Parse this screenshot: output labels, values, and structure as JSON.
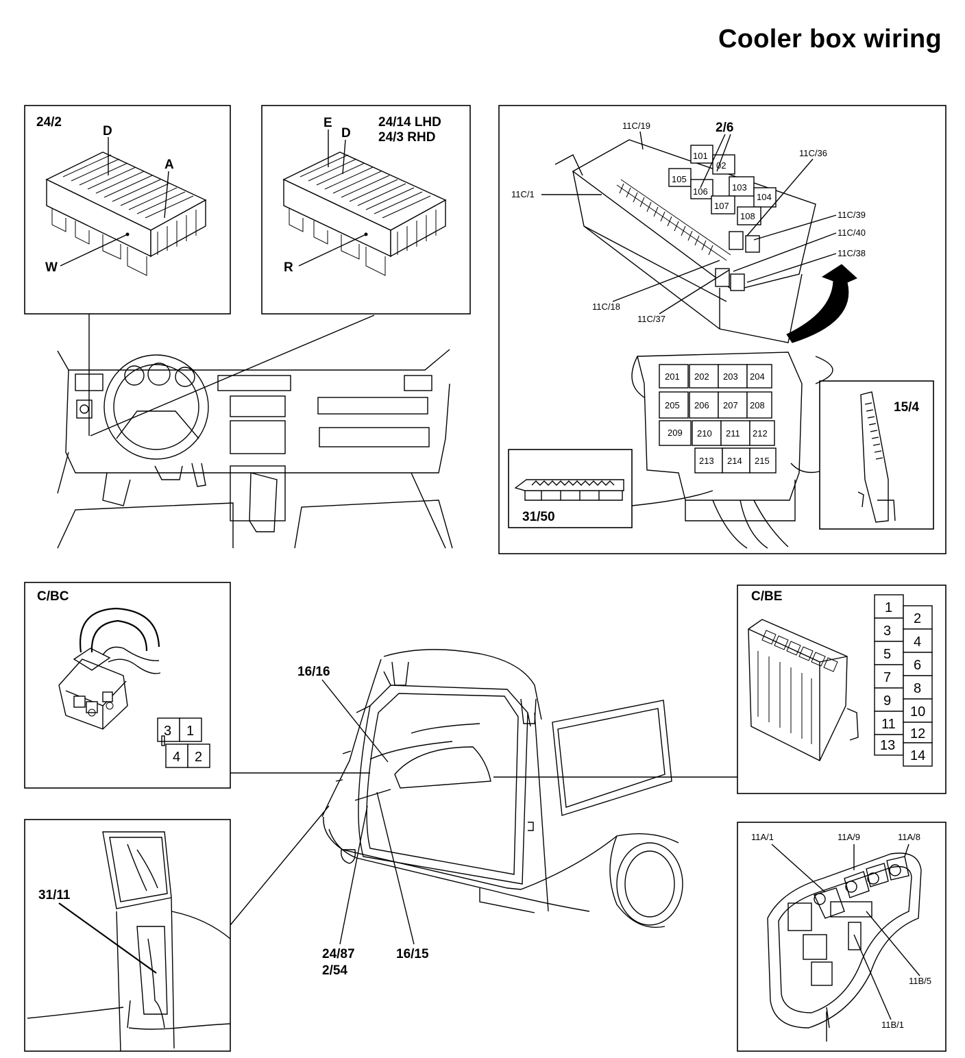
{
  "title": "Cooler box wiring",
  "panels": {
    "p24_2": {
      "label": "24/2",
      "letters": [
        "D",
        "A",
        "W"
      ]
    },
    "p24_14": {
      "label1": "24/14 LHD",
      "label2": "24/3 RHD",
      "letters": [
        "E",
        "D",
        "R"
      ]
    },
    "relay_box": {
      "label": "2/6",
      "callouts": [
        "11C/19",
        "11C/36",
        "11C/1",
        "11C/39",
        "11C/40",
        "11C/38",
        "11C/18",
        "11C/37"
      ],
      "top_relays": [
        "101",
        "02",
        "105",
        "106",
        "103",
        "107",
        "104",
        "108"
      ],
      "bottom_relays": [
        "201",
        "202",
        "203",
        "204",
        "205",
        "206",
        "207",
        "208",
        "209",
        "210",
        "211",
        "212",
        "213",
        "214",
        "215"
      ],
      "inset_left": "31/50",
      "inset_right": "15/4"
    },
    "cbc": {
      "label": "C/BC",
      "pins": [
        "3",
        "1",
        "4",
        "2"
      ]
    },
    "cbe": {
      "label": "C/BE",
      "pins_left": [
        "1",
        "3",
        "5",
        "7",
        "9",
        "11",
        "13"
      ],
      "pins_right": [
        "2",
        "4",
        "6",
        "8",
        "10",
        "12",
        "14"
      ]
    },
    "p31_11": {
      "label": "31/11"
    },
    "wagon": {
      "labels": [
        "16/16",
        "24/87",
        "2/54",
        "16/15"
      ]
    },
    "fusebox": {
      "callouts": [
        "11A/1",
        "11A/9",
        "11A/8",
        "11B/5",
        "11B/1"
      ]
    }
  }
}
